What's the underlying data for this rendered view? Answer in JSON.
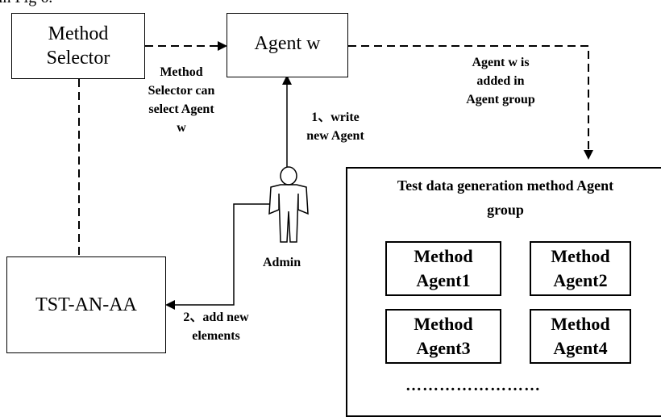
{
  "top_fragment": "in Fig 6.",
  "boxes": {
    "method_selector": "Method\nSelector",
    "agent_w": "Agent w",
    "tst": "TST-AN-AA"
  },
  "labels": {
    "selector_can_select": "Method\nSelector can\nselect Agent\nw",
    "agent_added": "Agent w is\nadded in\nAgent group",
    "write_new": "1、write\nnew Agent",
    "add_elements": "2、add new\nelements",
    "admin": "Admin"
  },
  "group": {
    "title": "Test data generation method Agent\ngroup",
    "agents": [
      "Method\nAgent1",
      "Method\nAgent2",
      "Method\nAgent3",
      "Method\nAgent4"
    ],
    "ellipsis": "……………………"
  }
}
